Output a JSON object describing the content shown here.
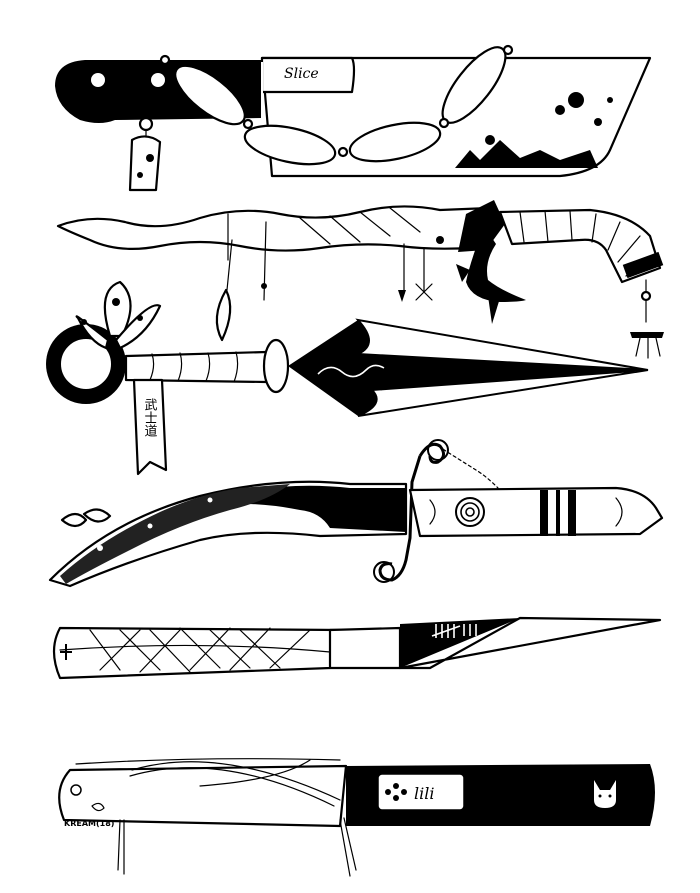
{
  "artwork": {
    "palette": {
      "ink": "#000000",
      "paper": "#ffffff"
    },
    "knives": [
      {
        "name": "cleaver",
        "inscription": "Slice"
      },
      {
        "name": "kris-dagger"
      },
      {
        "name": "kunai",
        "tag_text": "武士道"
      },
      {
        "name": "bowie-knife"
      },
      {
        "name": "kiridashi"
      },
      {
        "name": "pocket-knife",
        "label_text": "lili"
      }
    ],
    "signature": "KREAM(18)"
  }
}
